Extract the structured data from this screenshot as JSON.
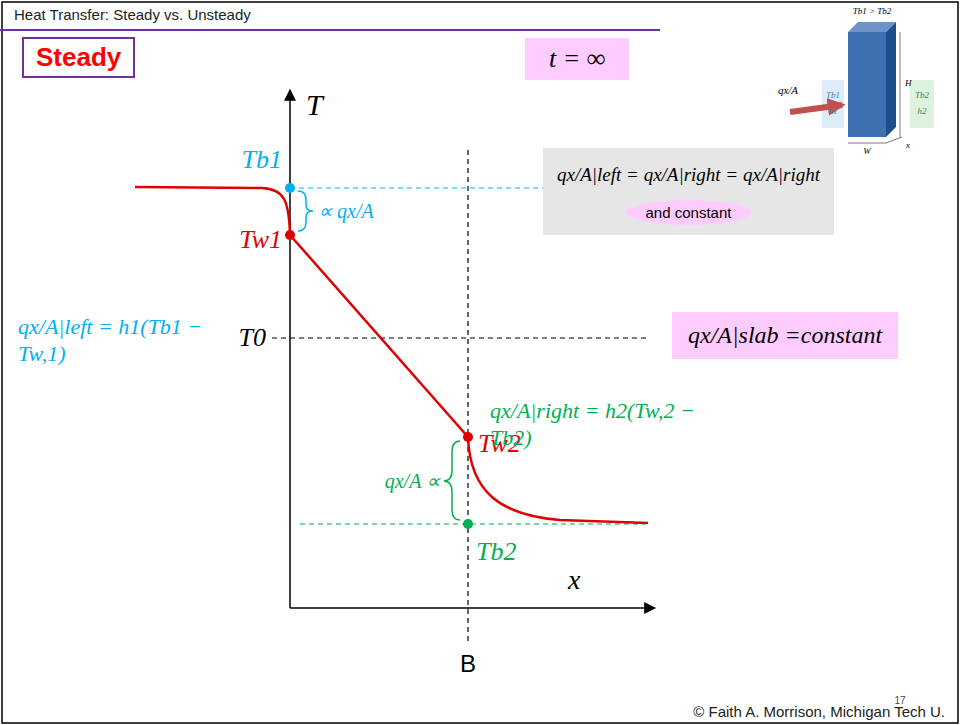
{
  "diagram": {
    "title": "Heat Transfer: Steady vs. Unsteady",
    "nodes": [
      {
        "text": [
          "Steady"
        ]
      },
      {
        "text": [
          "t = ∞"
        ]
      },
      {
        "text": [
          "qx/A|left = qx/A|right = qx/A|right"
        ]
      },
      {
        "text": [
          "and constant"
        ],
        "in": 2
      },
      {
        "text": [
          "qx/A|slab =constant"
        ]
      }
    ],
    "labels": [
      "T",
      "Tb1",
      "Tw1",
      "T0",
      "Tw2",
      "Tb2",
      "x",
      "B",
      "∝ qx/A",
      "qx/A ∝",
      "qx/A|left = h1(Tb1 − Tw,1)",
      "qx/A|right = h2(Tw,2 − Tb2)",
      "Tb1 > Tb2",
      "qx/A",
      "Tb1",
      "h1",
      "Tb2",
      "h2",
      "H",
      "W",
      "x",
      "17",
      "© Faith A. Morrison, Michigan Tech U."
    ]
  }
}
